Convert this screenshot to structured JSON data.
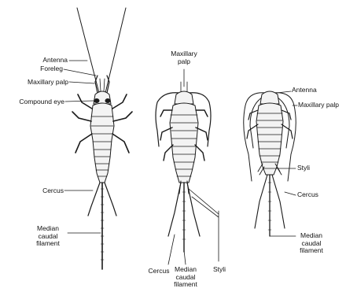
{
  "figure": {
    "left_specimen": {
      "labels": {
        "antenna": "Antenna",
        "foreleg": "Foreleg",
        "maxillary_palp": "Maxillary palp",
        "compound_eye": "Compound eye",
        "cercus": "Cercus",
        "median_caudal_filament": [
          "Median",
          "caudal",
          "filament"
        ]
      }
    },
    "middle_specimen": {
      "labels": {
        "maxillary_palp": [
          "Maxillary",
          "palp"
        ],
        "cercus": "Cercus",
        "median_caudal_filament": [
          "Median",
          "caudal",
          "filament"
        ],
        "styli": "Styli"
      }
    },
    "right_specimen": {
      "labels": {
        "antenna": "Antenna",
        "maxillary_palp": "Maxillary palp",
        "styli": "Styli",
        "cercus": "Cercus",
        "median_caudal_filament": [
          "Median",
          "caudal",
          "filament"
        ]
      }
    }
  }
}
